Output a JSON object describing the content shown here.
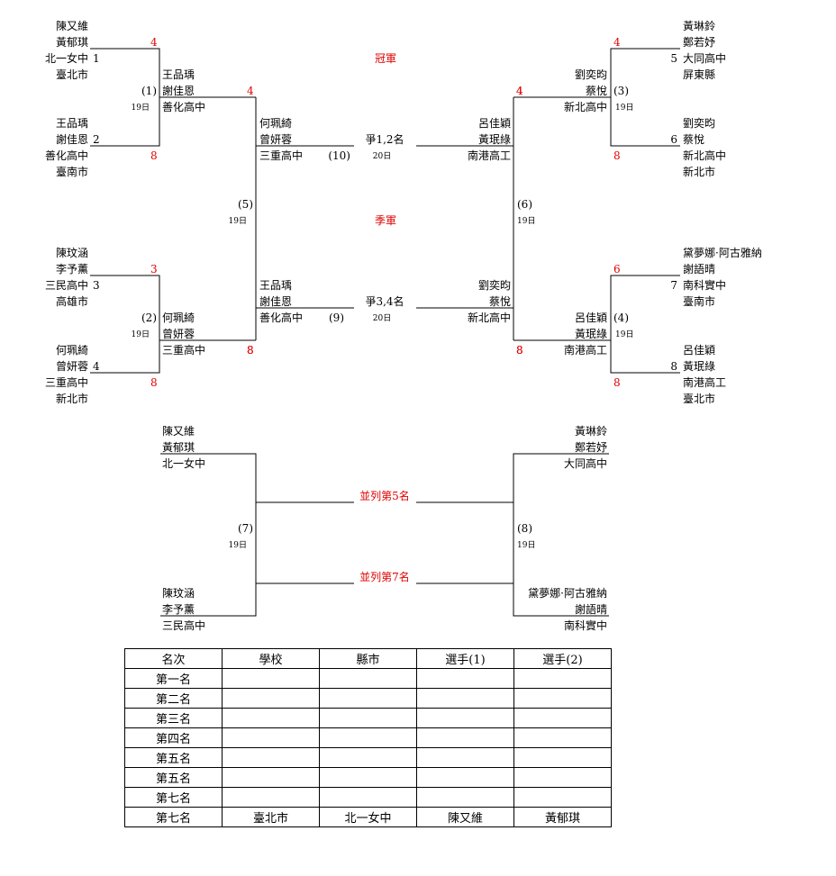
{
  "entries": {
    "e1": {
      "seed": "1",
      "p1": "陳又維",
      "p2": "黃郁琪",
      "school": "北一女中",
      "city": "臺北市",
      "score": "4"
    },
    "e2": {
      "seed": "2",
      "p1": "王品瑀",
      "p2": "謝佳恩",
      "school": "善化高中",
      "city": "臺南市",
      "score": "8"
    },
    "e3": {
      "seed": "3",
      "p1": "陳玟涵",
      "p2": "李予薰",
      "school": "三民高中",
      "city": "高雄市",
      "score": "3"
    },
    "e4": {
      "seed": "4",
      "p1": "何珮綺",
      "p2": "曾妍蓉",
      "school": "三重高中",
      "city": "新北市",
      "score": "8"
    },
    "e5": {
      "seed": "5",
      "p1": "黃琳鈴",
      "p2": "鄭若妤",
      "school": "大同高中",
      "city": "屏東縣",
      "score": "4"
    },
    "e6": {
      "seed": "6",
      "p1": "劉奕昀",
      "p2": "蔡悅",
      "school": "新北高中",
      "city": "新北市",
      "score": "8"
    },
    "e7": {
      "seed": "7",
      "p1": "黛夢娜·阿古雅納",
      "p2": "謝語晴",
      "school": "南科實中",
      "city": "臺南市",
      "score": "6"
    },
    "e8": {
      "seed": "8",
      "p1": "呂佳穎",
      "p2": "黃珉綠",
      "school": "南港高工",
      "city": "臺北市",
      "score": "8"
    }
  },
  "matches": {
    "m1": {
      "no": "(1)",
      "day": "19日",
      "p1": "王品瑀",
      "p2": "謝佳恩",
      "school": "善化高中",
      "score": "4"
    },
    "m2": {
      "no": "(2)",
      "day": "19日",
      "p1": "何珮綺",
      "p2": "曾妍蓉",
      "school": "三重高中",
      "score": "8"
    },
    "m3": {
      "no": "(3)",
      "day": "19日",
      "p1": "劉奕昀",
      "p2": "蔡悅",
      "school": "新北高中",
      "score": "4"
    },
    "m4": {
      "no": "(4)",
      "day": "19日",
      "p1": "呂佳穎",
      "p2": "黃珉綠",
      "school": "南港高工",
      "score": "8"
    },
    "m5": {
      "no": "(5)",
      "day": "19日"
    },
    "m6": {
      "no": "(6)",
      "day": "19日"
    },
    "m7": {
      "no": "(7)",
      "day": "19日"
    },
    "m8": {
      "no": "(8)",
      "day": "19日"
    },
    "m9": {
      "no": "(9)"
    },
    "m10": {
      "no": "(10)"
    }
  },
  "semis": {
    "left_top": {
      "p1": "何珮綺",
      "p2": "曾妍蓉",
      "school": "三重高中"
    },
    "left_bottom": {
      "p1": "王品瑀",
      "p2": "謝佳恩",
      "school": "善化高中",
      "score": "8"
    },
    "right_top": {
      "p1": "呂佳穎",
      "p2": "黃珉綠",
      "school": "南港高工",
      "score": "4"
    },
    "right_bottom": {
      "p1": "劉奕昀",
      "p2": "蔡悅",
      "school": "新北高中",
      "score": "8"
    }
  },
  "finals": {
    "champion_label": "冠軍",
    "third_label": "季軍",
    "final_label": "爭1,2名",
    "final_day": "20日",
    "third_match_label": "爭3,4名",
    "third_match_day": "20日",
    "fifth_label": "並列第5名",
    "seventh_label": "並列第7名"
  },
  "placement": {
    "left_top": {
      "p1": "陳又維",
      "p2": "黃郁琪",
      "school": "北一女中"
    },
    "left_bottom": {
      "p1": "陳玟涵",
      "p2": "李予薰",
      "school": "三民高中"
    },
    "right_top": {
      "p1": "黃琳鈴",
      "p2": "鄭若妤",
      "school": "大同高中"
    },
    "right_bottom": {
      "p1": "黛夢娜·阿古雅納",
      "p2": "謝語晴",
      "school": "南科實中"
    }
  },
  "results_table": {
    "headers": [
      "名次",
      "學校",
      "縣市",
      "選手(1)",
      "選手(2)"
    ],
    "rows": [
      [
        "第一名",
        "",
        "",
        "",
        ""
      ],
      [
        "第二名",
        "",
        "",
        "",
        ""
      ],
      [
        "第三名",
        "",
        "",
        "",
        ""
      ],
      [
        "第四名",
        "",
        "",
        "",
        ""
      ],
      [
        "第五名",
        "",
        "",
        "",
        ""
      ],
      [
        "第五名",
        "",
        "",
        "",
        ""
      ],
      [
        "第七名",
        "",
        "",
        "",
        ""
      ],
      [
        "第七名",
        "臺北市",
        "北一女中",
        "陳又維",
        "黃郁琪"
      ]
    ]
  },
  "colors": {
    "score": "#e00000",
    "label": "#e00000",
    "line": "#000000"
  }
}
